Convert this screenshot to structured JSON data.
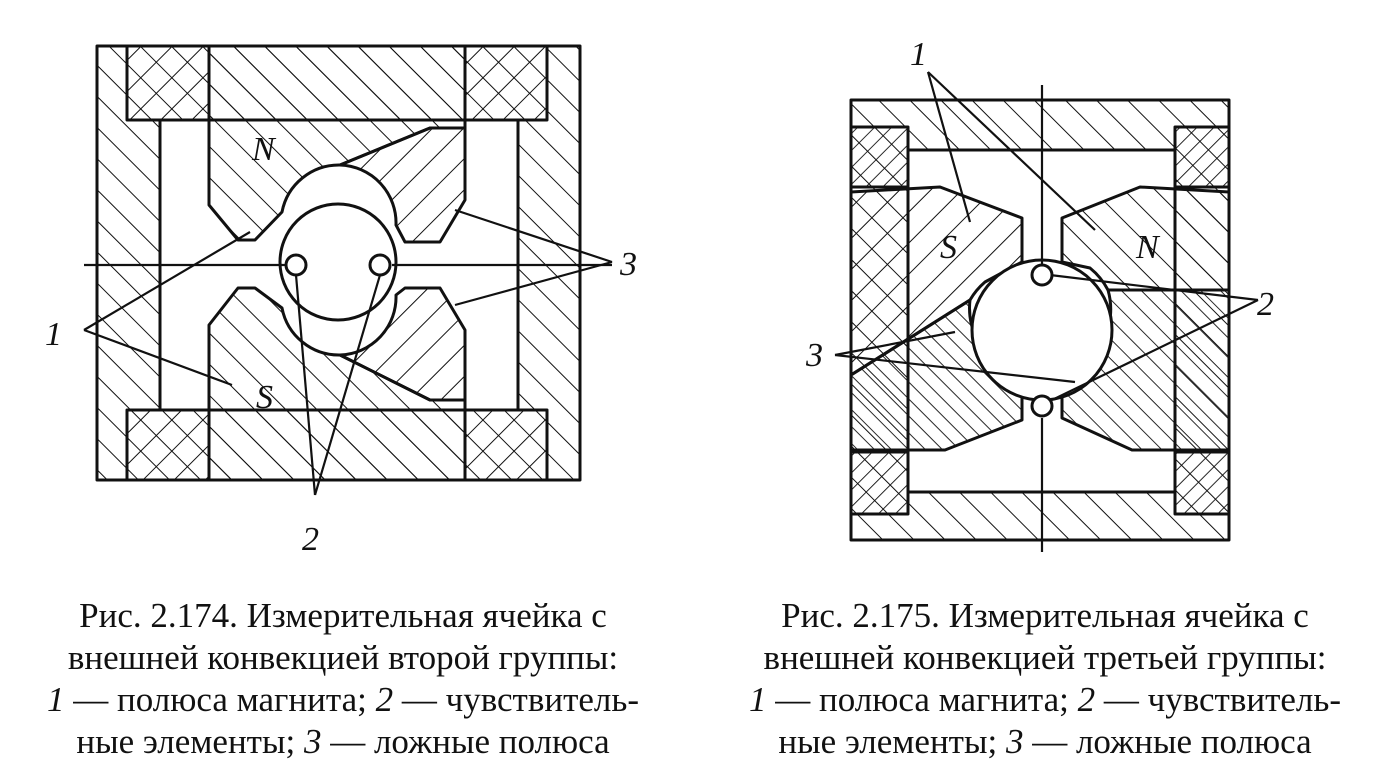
{
  "figure_174": {
    "labels": {
      "north": "N",
      "south": "S",
      "pole": "1",
      "sensor": "2",
      "false_pole": "3"
    },
    "caption": {
      "line1": "Рис. 2.174. Измерительная ячейка с",
      "line2": "внешней конвекцией второй группы:",
      "line3_n1": "1",
      "line3_t1": " — полюса магнита; ",
      "line3_n2": "2",
      "line3_t2": " — чувствитель-",
      "line4_t1": "ные элементы; ",
      "line4_n3": "3",
      "line4_t2": " — ложные полюса"
    }
  },
  "figure_175": {
    "labels": {
      "north": "N",
      "south": "S",
      "pole": "1",
      "sensor": "2",
      "false_pole": "3"
    },
    "caption": {
      "line1": "Рис. 2.175. Измерительная ячейка с",
      "line2": "внешней конвекцией третьей группы:",
      "line3_n1": "1",
      "line3_t1": " — полюса магнита; ",
      "line3_n2": "2",
      "line3_t2": " — чувствитель-",
      "line4_t1": "ные элементы; ",
      "line4_n3": "3",
      "line4_t2": " — ложные полюса"
    }
  }
}
